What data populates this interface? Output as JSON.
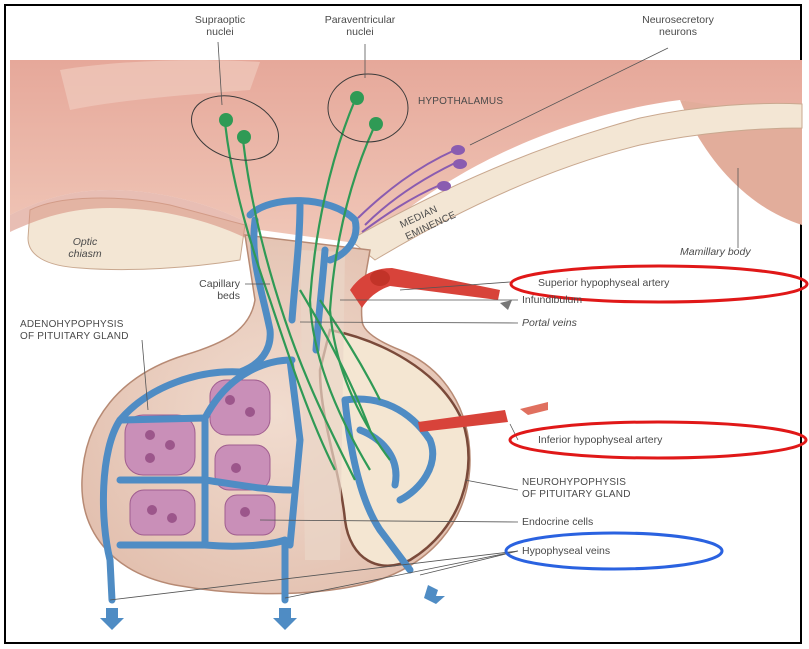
{
  "labels": {
    "supraoptic_1": "Supraoptic",
    "supraoptic_2": "nuclei",
    "paraventricular_1": "Paraventricular",
    "paraventricular_2": "nuclei",
    "neurosecretory_1": "Neurosecretory",
    "neurosecretory_2": "neurons",
    "hypothalamus": "HYPOTHALAMUS",
    "median_1": "MEDIAN",
    "median_2": "EMINENCE",
    "optic_1": "Optic",
    "optic_2": "chiasm",
    "mamillary": "Mamillary body",
    "capillary_1": "Capillary",
    "capillary_2": "beds",
    "superior": "Superior hypophyseal artery",
    "infundibulum": "Infundibulum",
    "adeno_1": "ADENOHYPOPHYSIS",
    "adeno_2": "OF PITUITARY GLAND",
    "portal": "Portal veins",
    "inferior": "Inferior hypophyseal artery",
    "neuro_1": "NEUROHYPOPHYSIS",
    "neuro_2": "OF PITUITARY GLAND",
    "endocrine": "Endocrine cells",
    "hypophyseal_veins": "Hypophyseal veins"
  },
  "colors": {
    "tissue": "#e8b6a8",
    "tissue_light": "#f5e8dc",
    "vessel": "#4f8cc4",
    "neuron": "#2f9a55",
    "neuron_violet": "#8a5cb0",
    "artery": "#d8433a",
    "highlight_red": "#e01818",
    "highlight_blue": "#2a62e0"
  }
}
